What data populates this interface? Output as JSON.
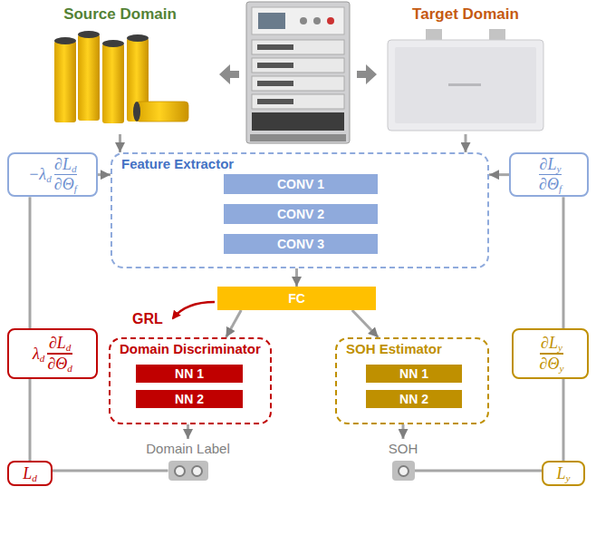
{
  "diagram": {
    "nodes": [
      {
        "text": [
          "Source Domain"
        ]
      },
      {
        "text": [
          "Target Domain"
        ]
      },
      {
        "text": [
          "Feature Extractor"
        ]
      },
      {
        "text": [
          "CONV 1"
        ],
        "in": 2
      },
      {
        "text": [
          "CONV 2"
        ],
        "in": 2
      },
      {
        "text": [
          "CONV 3"
        ],
        "in": 2
      },
      {
        "text": [
          "−λd",
          "∂Ld",
          "∂Θf"
        ]
      },
      {
        "text": [
          "∂Ly",
          "∂Θf"
        ]
      },
      {
        "text": [
          "FC"
        ]
      },
      {
        "text": [
          "Domain Discriminator"
        ]
      },
      {
        "text": [
          "NN 1"
        ],
        "in": 9
      },
      {
        "text": [
          "NN 2"
        ],
        "in": 9
      },
      {
        "text": [
          "SOH Estimator"
        ]
      },
      {
        "text": [
          "NN 1"
        ],
        "in": 12
      },
      {
        "text": [
          "NN 2"
        ],
        "in": 12
      },
      {
        "text": [
          "λd",
          "∂Ld",
          "∂Θd"
        ]
      },
      {
        "text": [
          "∂Ly",
          "∂Θy"
        ]
      },
      {
        "text": [
          "Ld"
        ]
      },
      {
        "text": [
          "Ly"
        ]
      },
      {
        "text": [
          "Domain Label"
        ]
      },
      {
        "text": [
          "SOH"
        ]
      }
    ],
    "edges": [
      {
        "from": 0,
        "to": 2,
        "arrow": "to"
      },
      {
        "from": 1,
        "to": 2,
        "arrow": "to"
      },
      {
        "from": 2,
        "to": 8,
        "arrow": "to"
      },
      {
        "from": 8,
        "to": 9,
        "arrow": "to"
      },
      {
        "from": 8,
        "to": 12,
        "arrow": "to"
      },
      {
        "from": 9,
        "to": 19,
        "arrow": "to"
      },
      {
        "from": 12,
        "to": 20,
        "arrow": "to"
      },
      {
        "from": 19,
        "to": 17,
        "arrow": "none"
      },
      {
        "from": 20,
        "to": 18,
        "arrow": "none"
      },
      {
        "from": 17,
        "to": 15,
        "arrow": "none"
      },
      {
        "from": 15,
        "to": 6,
        "arrow": "none"
      },
      {
        "from": 6,
        "to": 2,
        "arrow": "to"
      },
      {
        "from": 18,
        "to": 16,
        "arrow": "none"
      },
      {
        "from": 16,
        "to": 7,
        "arrow": "none"
      },
      {
        "from": 7,
        "to": 2,
        "arrow": "to"
      }
    ],
    "labels": [
      "GRL"
    ]
  }
}
